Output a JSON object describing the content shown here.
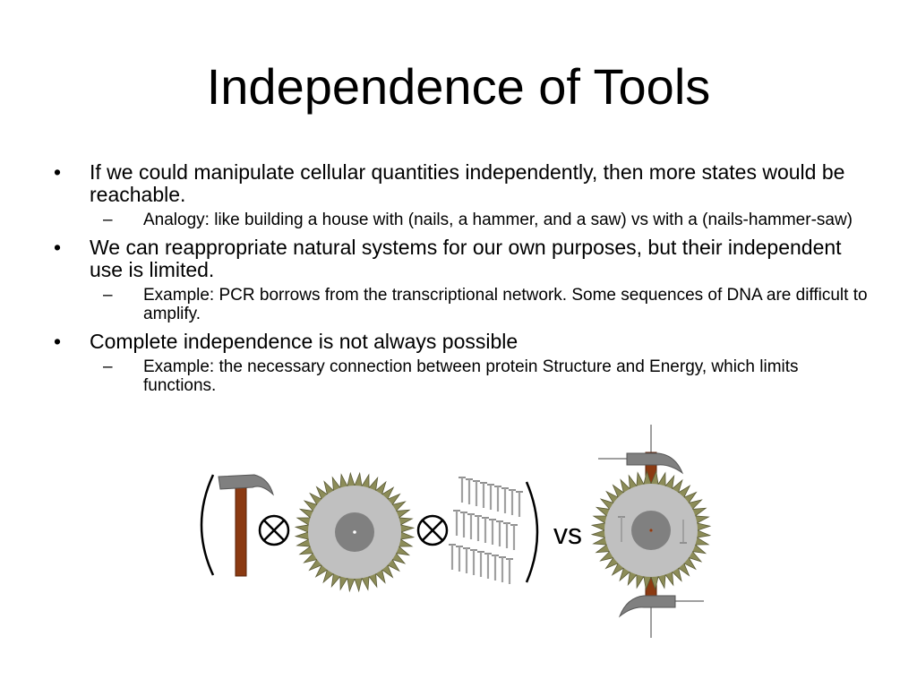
{
  "slide": {
    "title": "Independence of Tools",
    "bullet_marker": "•",
    "sub_marker": "–",
    "bullets": [
      {
        "text": "If we could manipulate cellular quantities independently, then more states would be reachable.",
        "sub": [
          "Analogy: like building a house with (nails, a hammer, and a saw) vs with a (nails-hammer-saw)"
        ]
      },
      {
        "text": "We can reappropriate natural systems for our own purposes, but their independent use is limited.",
        "sub": [
          "Example: PCR borrows from the transcriptional network.  Some sequences of DNA are difficult to amplify."
        ]
      },
      {
        "text": "Complete independence is not always possible",
        "sub": [
          "Example: the necessary connection between protein Structure and Energy, which limits functions."
        ]
      }
    ]
  },
  "figure": {
    "vs_label": "vs",
    "icons": [
      "hammer-icon",
      "tensor-product-icon",
      "saw-blade-icon",
      "nails-icon",
      "combined-nail-hammer-saw-icon"
    ],
    "colors": {
      "hammer_handle": "#8b3a12",
      "hammer_head": "#808080",
      "saw_teeth": "#8c8c58",
      "saw_body": "#c0c0c0",
      "saw_hub": "#808080",
      "nail": "#a0a0a0"
    }
  }
}
